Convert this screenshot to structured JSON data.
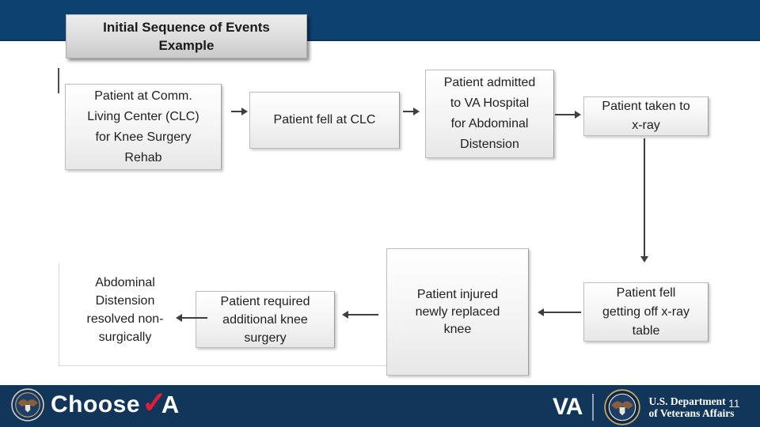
{
  "slide": {
    "title_lines": [
      "Initial Sequence of Events",
      "Example"
    ]
  },
  "flowchart": {
    "boxes": [
      {
        "name": "patient-at-clc",
        "lines": [
          "Patient at  Comm.",
          "Living Center (CLC)",
          "for Knee Surgery",
          "Rehab"
        ]
      },
      {
        "name": "patient-fell-at-clc",
        "lines": [
          "Patient fell at CLC"
        ]
      },
      {
        "name": "admitted-va-hospital",
        "lines": [
          "Patient admitted",
          "to VA Hospital",
          "for Abdominal",
          "Distension"
        ]
      },
      {
        "name": "taken-to-xray",
        "lines": [
          "Patient taken to",
          "x-ray"
        ]
      },
      {
        "name": "fell-off-xray-table",
        "lines": [
          "Patient fell",
          "getting off x-ray",
          "table"
        ]
      },
      {
        "name": "injured-knee",
        "lines": [
          "Patient injured",
          "newly replaced",
          "knee"
        ]
      },
      {
        "name": "additional-surgery",
        "lines": [
          "Patient required",
          "additional knee",
          "surgery"
        ]
      },
      {
        "name": "resolved-nonsurgically",
        "lines": [
          "Abdominal",
          "Distension",
          "resolved non-",
          "surgically"
        ]
      }
    ]
  },
  "footer": {
    "chooseva": {
      "choose": "Choose",
      "check": "✓",
      "a": "A"
    },
    "va_label": "VA",
    "dept_lines": [
      "U.S. Department",
      "of Veterans Affairs"
    ],
    "page_number": "11"
  },
  "colors": {
    "header_navy": "#0d4170",
    "footer_navy": "#12365a",
    "va_red": "#e31c3d",
    "arrow": "#3f3f3f"
  }
}
